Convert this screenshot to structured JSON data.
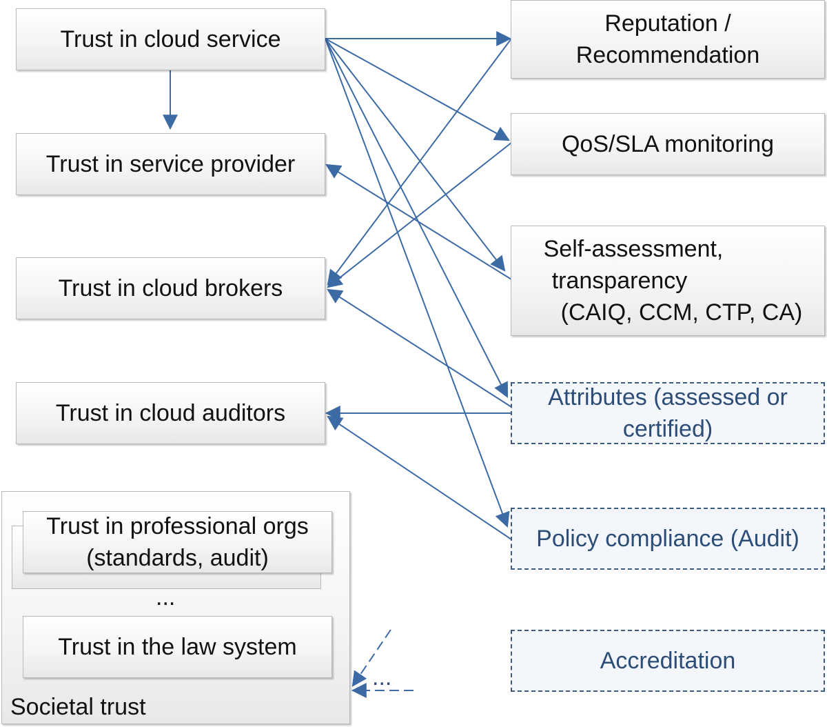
{
  "colors": {
    "arrow": "#3c6aa5",
    "dashed_border": "#3b5a80",
    "dashed_text": "#2c4d77",
    "box_border": "#b9b9b9"
  },
  "left": {
    "cloud_service": "Trust in cloud service",
    "service_provider": "Trust in service provider",
    "cloud_brokers": "Trust in cloud brokers",
    "cloud_auditors": "Trust in cloud auditors"
  },
  "societal": {
    "title": "Societal trust",
    "professional_orgs": [
      "Trust in professional orgs",
      "(standards, audit)"
    ],
    "ellipsis": "...",
    "law_system": "Trust in the law system",
    "incoming_ellipsis": "..."
  },
  "right": {
    "reputation": [
      "Reputation /",
      "Recommendation"
    ],
    "qos": "QoS/SLA monitoring",
    "self_assessment": [
      "Self-assessment,",
      "transparency",
      "(CAIQ, CCM, CTP, CA)"
    ],
    "attributes": [
      "Attributes (assessed or",
      "certified)"
    ],
    "policy": "Policy compliance (Audit)",
    "accreditation": "Accreditation"
  }
}
